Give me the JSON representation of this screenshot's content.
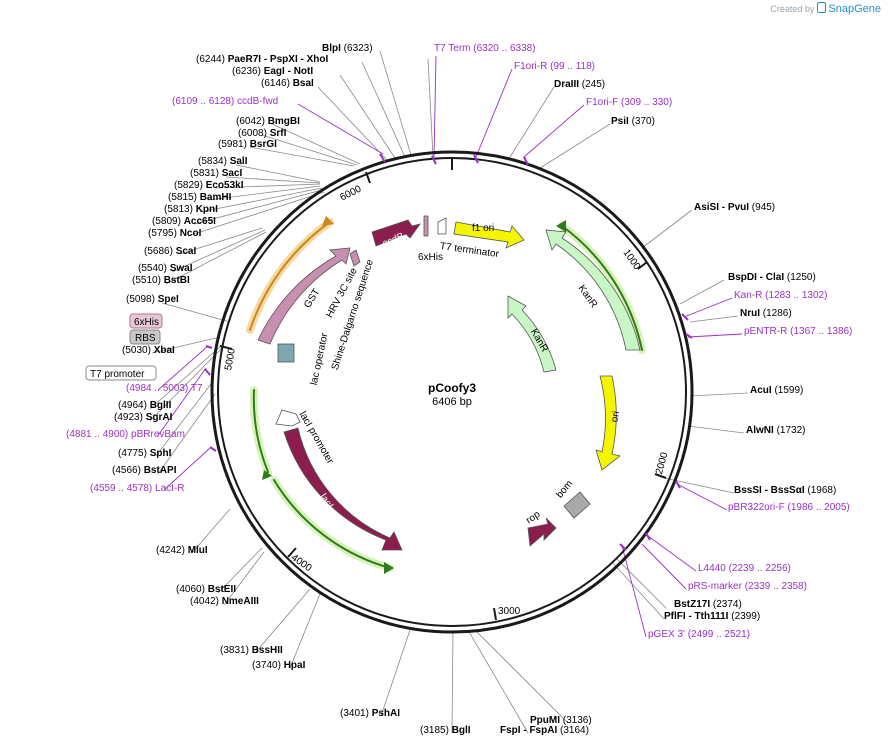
{
  "brand": {
    "prefix": "Created by",
    "name": "SnapGene"
  },
  "plasmid": {
    "name": "pCoofy3",
    "size": "6406 bp",
    "length": 6406
  },
  "ticks": [
    "1000",
    "2000",
    "3000",
    "4000",
    "5000",
    "6000"
  ],
  "sites": [
    {
      "name": "BlpI",
      "pos": "(6323)"
    },
    {
      "name": "PaeR7I - PspXI - XhoI",
      "pos": "(6244)"
    },
    {
      "name": "EagI - NotI",
      "pos": "(6236)"
    },
    {
      "name": "BsaI",
      "pos": "(6146)"
    },
    {
      "name": "BmgBI",
      "pos": "(6042)"
    },
    {
      "name": "SrfI",
      "pos": "(6008)"
    },
    {
      "name": "BsrGI",
      "pos": "(5981)"
    },
    {
      "name": "SalI",
      "pos": "(5834)"
    },
    {
      "name": "SacI",
      "pos": "(5831)"
    },
    {
      "name": "Eco53kI",
      "pos": "(5829)"
    },
    {
      "name": "BamHI",
      "pos": "(5815)"
    },
    {
      "name": "KpnI",
      "pos": "(5813)"
    },
    {
      "name": "Acc65I",
      "pos": "(5809)"
    },
    {
      "name": "NcoI",
      "pos": "(5795)"
    },
    {
      "name": "ScaI",
      "pos": "(5686)"
    },
    {
      "name": "SwaI",
      "pos": "(5540)"
    },
    {
      "name": "BstBI",
      "pos": "(5510)"
    },
    {
      "name": "SpeI",
      "pos": "(5098)"
    },
    {
      "name": "XbaI",
      "pos": "(5030)"
    },
    {
      "name": "BglII",
      "pos": "(4964)"
    },
    {
      "name": "SgrAI",
      "pos": "(4923)"
    },
    {
      "name": "SphI",
      "pos": "(4775)"
    },
    {
      "name": "BstAPI",
      "pos": "(4566)"
    },
    {
      "name": "MluI",
      "pos": "(4242)"
    },
    {
      "name": "BstEII",
      "pos": "(4060)"
    },
    {
      "name": "NmeAIII",
      "pos": "(4042)"
    },
    {
      "name": "BssHII",
      "pos": "(3831)"
    },
    {
      "name": "HpaI",
      "pos": "(3740)"
    },
    {
      "name": "PshAI",
      "pos": "(3401)"
    },
    {
      "name": "BglI",
      "pos": "(3185)"
    },
    {
      "name": "FspI - FspAI",
      "pos": "(3164)"
    },
    {
      "name": "PpuMI",
      "pos": "(3136)"
    },
    {
      "name": "BstZ17I",
      "pos": "(2374)"
    },
    {
      "name": "PflFI - Tth111I",
      "pos": "(2399)"
    },
    {
      "name": "BssSI - BssSαI",
      "pos": "(1968)"
    },
    {
      "name": "AlwNI",
      "pos": "(1732)"
    },
    {
      "name": "AcuI",
      "pos": "(1599)"
    },
    {
      "name": "NruI",
      "pos": "(1286)"
    },
    {
      "name": "BspDI - ClaI",
      "pos": "(1250)"
    },
    {
      "name": "AsiSI - PvuI",
      "pos": "(945)"
    },
    {
      "name": "PsiI",
      "pos": "(370)"
    },
    {
      "name": "DraIII",
      "pos": "(245)"
    }
  ],
  "primers": [
    {
      "name": "T7 Term",
      "range": "(6320 .. 6338)"
    },
    {
      "name": "F1ori-R",
      "range": "(99 .. 118)"
    },
    {
      "name": "F1ori-F",
      "range": "(309 .. 330)"
    },
    {
      "name": "ccdB-fwd",
      "range": "(6109 .. 6128)"
    },
    {
      "name": "Kan-R",
      "range": "(1283 .. 1302)"
    },
    {
      "name": "pENTR-R",
      "range": "(1367 .. 1386)"
    },
    {
      "name": "pBR322ori-F",
      "range": "(1986 .. 2005)"
    },
    {
      "name": "L4440",
      "range": "(2239 .. 2256)"
    },
    {
      "name": "pRS-marker",
      "range": "(2339 .. 2358)"
    },
    {
      "name": "pGEX 3'",
      "range": "(2499 .. 2521)"
    },
    {
      "name": "T7",
      "range": "(4984 .. 5003)"
    },
    {
      "name": "pBRrevBam",
      "range": "(4881 .. 4900)"
    },
    {
      "name": "LacI-R",
      "range": "(4559 .. 4578)"
    }
  ],
  "boxed": [
    "6xHis",
    "RBS",
    "T7 promoter"
  ],
  "features": {
    "f1ori": "f1 ori",
    "kanr1": "KanR",
    "kanr2": "KanR",
    "ori": "ori",
    "rop": "rop",
    "bom": "bom",
    "laci": "lacI",
    "laci_promoter": "lacI promoter",
    "gst": "GST",
    "hrv": "HRV 3C site",
    "sd": "Shine-Dalgarno sequence",
    "lacop": "lac operator",
    "ccdb": "ccdB",
    "his": "6xHis",
    "t7term": "T7 terminator"
  },
  "colors": {
    "backbone": "#1a1a1a",
    "enzyme_text": "#000000",
    "primer": "#9b30c8",
    "yellow": "#f5f500",
    "light_green": "#c8f7c5",
    "maroon": "#8b1e4e",
    "pink": "#c98fb0",
    "gray": "#a9a9a9",
    "orange_glow": "#f3c070",
    "green_glow": "#ccf0a0"
  }
}
